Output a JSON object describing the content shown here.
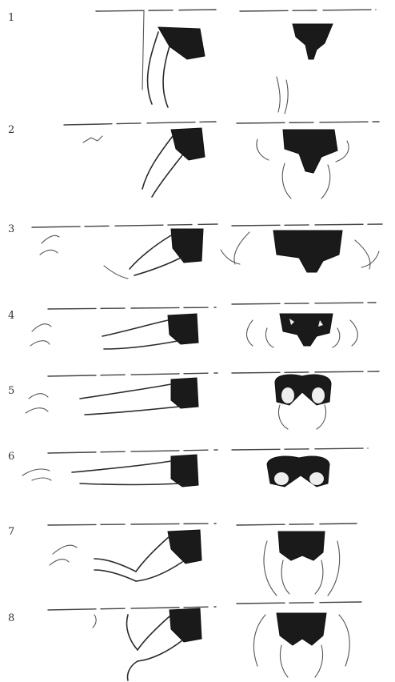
{
  "figure": {
    "steps": [
      {
        "number": "1"
      },
      {
        "number": "2"
      },
      {
        "number": "3"
      },
      {
        "number": "4"
      },
      {
        "number": "5"
      },
      {
        "number": "6"
      },
      {
        "number": "7"
      },
      {
        "number": "8"
      }
    ]
  }
}
